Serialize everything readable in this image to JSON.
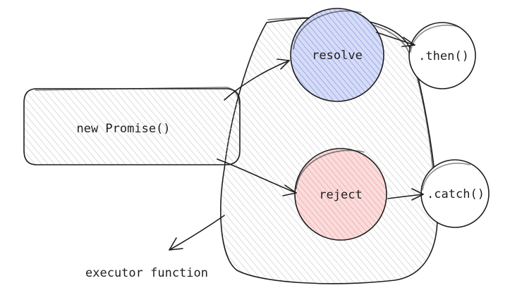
{
  "nodes": {
    "new_promise": "new Promise()",
    "resolve": "resolve",
    "reject": "reject",
    "then": ".then()",
    "catch": ".catch()",
    "executor": "executor function"
  },
  "colors": {
    "stroke": "#1e1e1e",
    "hatch_gray": "#c9c9c9",
    "resolve_fill": "#a5b4f0",
    "reject_fill": "#f6b8b8"
  }
}
